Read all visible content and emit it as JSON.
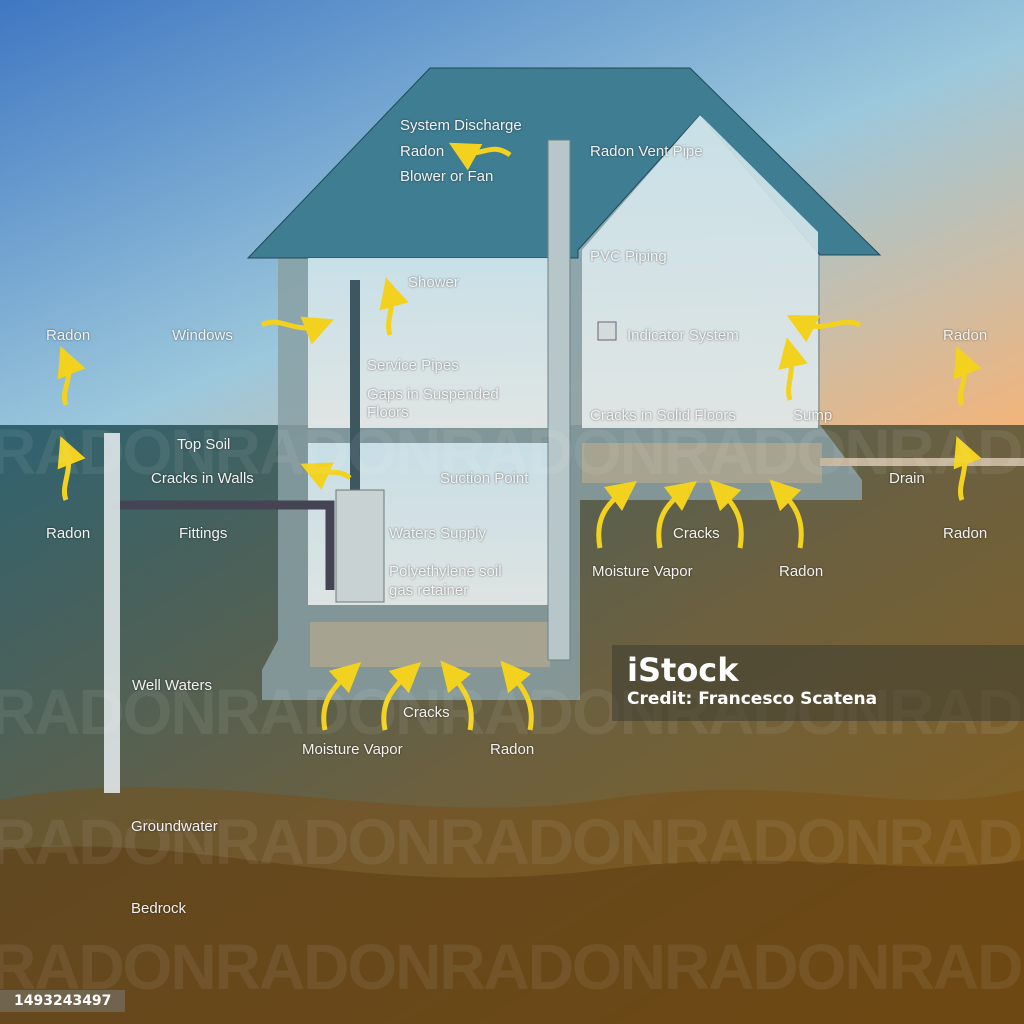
{
  "ground_pattern_text": "RADON",
  "labels": {
    "system_discharge": "System Discharge",
    "radon_top": "Radon",
    "blower_fan": "Blower or Fan",
    "radon_vent_pipe": "Radon Vent Pipe",
    "pvc_piping": "PVC Piping",
    "shower": "Shower",
    "windows": "Windows",
    "radon_left_air": "Radon",
    "radon_right_air": "Radon",
    "indicator_system": "Indicator System",
    "service_pipes": "Service Pipes",
    "gaps_line1": "Gaps in Suspended",
    "gaps_line2": "Floors",
    "cracks_solid_floors": "Cracks in Solid Floors",
    "sump": "Sump",
    "top_soil": "Top Soil",
    "cracks_in_walls": "Cracks in Walls",
    "suction_point": "Suction Point",
    "drain": "Drain",
    "radon_left_ground": "Radon",
    "fittings": "Fittings",
    "waters_supply": "Waters Supply",
    "cracks_right": "Cracks",
    "radon_right_ground": "Radon",
    "poly_line1": "Polyethylene soil",
    "poly_line2": "gas retainer",
    "moisture_vapor_right": "Moisture Vapor",
    "radon_right_under": "Radon",
    "well_waters": "Well Waters",
    "cracks_left": "Cracks",
    "moisture_vapor_left": "Moisture Vapor",
    "radon_left_under": "Radon",
    "groundwater": "Groundwater",
    "bedrock": "Bedrock"
  },
  "watermark": {
    "logo": "iStock",
    "credit": "Credit: Francesco Scatena"
  },
  "image_id": "1493243497",
  "colors": {
    "arrow": "#f2d21e",
    "roof": "#3f7d92",
    "sky_top": "#3f7fc0",
    "ground_brown": "#6b4a1c"
  }
}
